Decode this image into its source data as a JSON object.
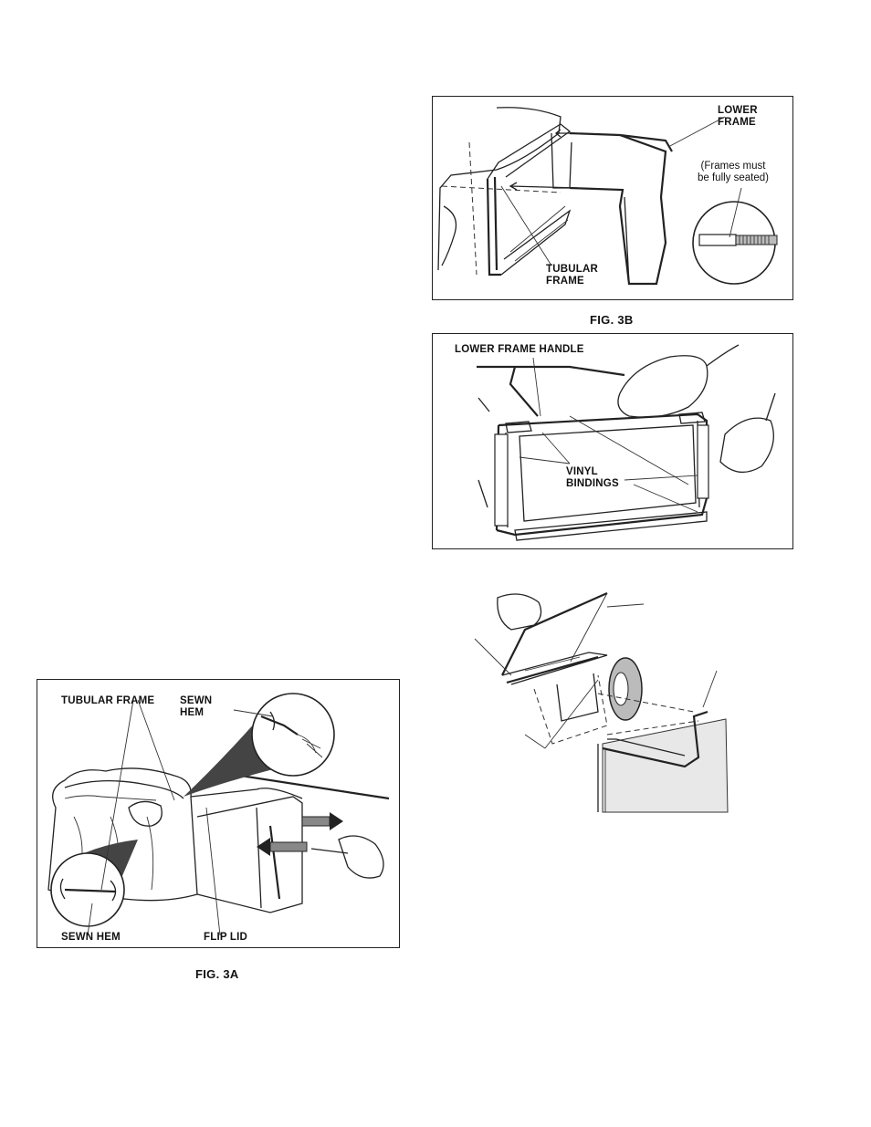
{
  "fig3b": {
    "caption": "FIG. 3B",
    "lower_frame": "LOWER\nFRAME",
    "frames_note": "(Frames must\nbe fully seated)",
    "tubular_frame": "TUBULAR\nFRAME"
  },
  "fig3c": {
    "lower_frame_handle": "LOWER FRAME HANDLE",
    "vinyl_bindings": "VINYL\nBINDINGS"
  },
  "fig3a": {
    "caption": "FIG. 3A",
    "tubular_frame": "TUBULAR FRAME",
    "sewn_hem_top": "SEWN\nHEM",
    "sewn_hem_bottom": "SEWN HEM",
    "flip_lid": "FLIP LID"
  }
}
